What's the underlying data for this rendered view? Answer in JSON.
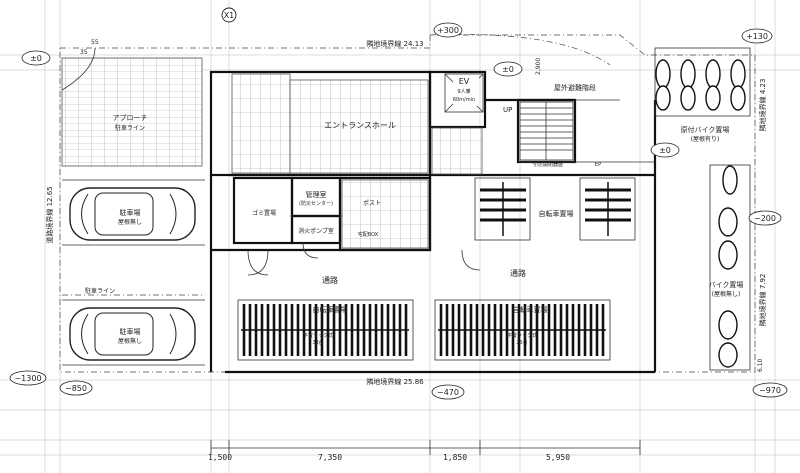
{
  "grid_marker": "X1",
  "levels": {
    "top_left": "±0",
    "top_mid": "+300",
    "top_right": "+130",
    "road": "±0",
    "left_lower": "−1300",
    "bottom_left": "−850",
    "bottom_mid": "−470",
    "bottom_right": "−970",
    "right_mid": "−200",
    "bike_right": "±0"
  },
  "boundaries": {
    "top": "隣地境界線 24.13",
    "bottom": "隣地境界線 25.86",
    "left": "道路境界線 12.65",
    "right_lower": "隣地境界線 7.92",
    "right_upper": "隣地境界線 4.23"
  },
  "rooms": {
    "ev": "EV",
    "ev_spec": "9人乗",
    "ev_speed": "60m/min",
    "up": "UP",
    "entrance_hall": "エントランスホール",
    "approach": "アプローチ",
    "approach_note": "駐車ライン",
    "mailbox": "ポスト",
    "management": "管理室",
    "management_sub": "(防災センター)",
    "garbage": "ゴミ置場",
    "pump": "消火ポンプ室",
    "delivery_box": "宅配BOX",
    "outdoor_stair": "屋外避難階段",
    "motorbike_top": "原付バイク置場",
    "motorbike_top_sub": "(屋根有り)",
    "motorbike_right": "バイク置場",
    "motorbike_right_sub": "(屋根無し)",
    "bike_mid": "自転車置場",
    "bike_bottom_left": "自転車置場",
    "bike_bottom_right": "自転車置場",
    "bike_count_left": "33台",
    "bike_count_right": "25台",
    "bike_type": "平置ラック式",
    "parking_top": "駐車場",
    "parking_bottom": "駐車場",
    "parking_note": "屋根無し",
    "parking_line": "駐車ライン",
    "passage_left": "通路",
    "passage_right": "通路",
    "door_note": "引込開閉器盤",
    "ep": "EP"
  },
  "dimensions": [
    "1,500",
    "7,350",
    "1,850",
    "5,950"
  ],
  "small_dims": {
    "top_left": "35",
    "top_left_b": "55",
    "right_a": "2,900",
    "right_b": "6.10"
  }
}
